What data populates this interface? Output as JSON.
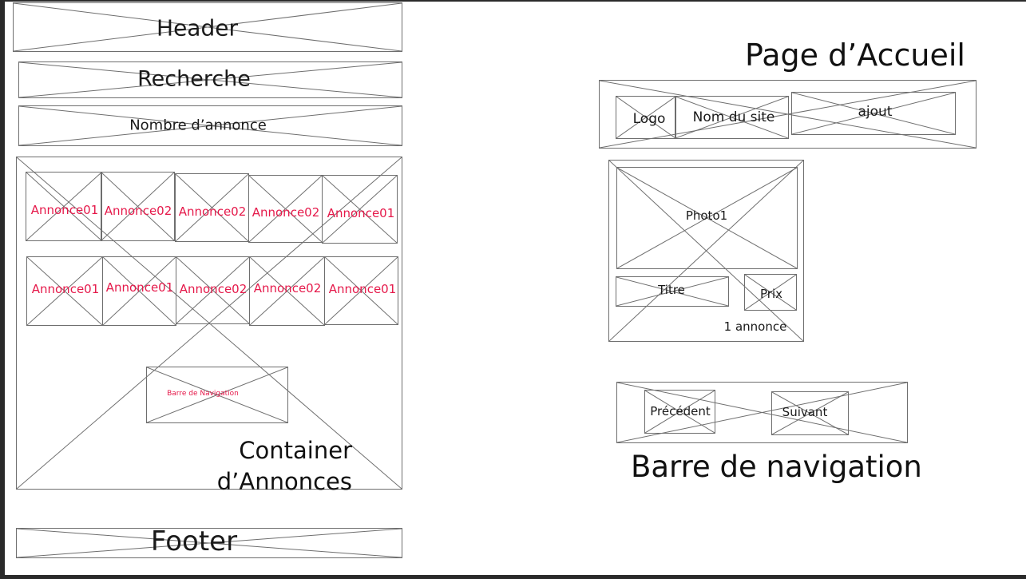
{
  "colors": {
    "accent": "#e5194a",
    "stroke": "#6e6e6e",
    "text": "#1a1a1a"
  },
  "titles": {
    "page": "Page d’Accueil",
    "navbar": "Barre de navigation",
    "container": "Container d’Annonces"
  },
  "left": {
    "header": "Header",
    "search": "Recherche",
    "count": "Nombre d’annonce",
    "row1": [
      "Annonce01",
      "Annonce02",
      "Annonce02",
      "Annonce02",
      "Annonce01"
    ],
    "row2": [
      "Annonce01",
      "Annonce01",
      "Annonce02",
      "Annonce02",
      "Annonce01"
    ],
    "nav": "Barre de Navigation",
    "footer": "Footer"
  },
  "right": {
    "header": {
      "logo": "Logo",
      "site_name": "Nom du site",
      "add": "ajout"
    },
    "card": {
      "photo": "Photo1",
      "title": "Titre",
      "price": "Prix",
      "caption": "1 annonce"
    },
    "nav": {
      "prev": "Précédent",
      "next": "Suivant"
    }
  }
}
